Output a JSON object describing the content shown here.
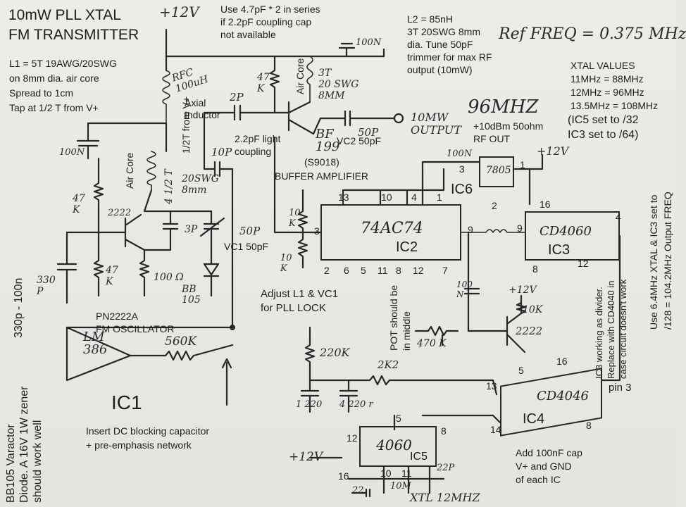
{
  "title": [
    "10mW PLL XTAL",
    "FM TRANSMITTER"
  ],
  "supply_top": "+12V",
  "l1_note": [
    "L1 = 5T 19AWG/20SWG",
    "on 8mm dia. air core",
    "Spread to 1cm",
    "Tap at 1/2 T from V+"
  ],
  "coupling_note": [
    "Use 4.7pF * 2 in series",
    "if 2.2pF coupling cap",
    "not available"
  ],
  "l2_note": [
    "L2 = 85nH",
    "3T 20SWG 8mm",
    "dia. Tune 50pF",
    "trimmer for max RF",
    "output (10mW)"
  ],
  "ref_freq": "Ref FREQ = 0.375 MHz",
  "xtal_values": {
    "title": "XTAL VALUES",
    "rows": [
      "11MHz = 88MHz",
      "12MHz = 96MHz",
      "13.5MHz = 108MHz"
    ],
    "divider_note": [
      "(IC5 set to /32",
      "IC3 set to /64)"
    ]
  },
  "axial_inductor": [
    "Axial",
    "Inductor"
  ],
  "half_turn_label": "1/2T from V+",
  "rfc_label": [
    "RFC",
    "100uH"
  ],
  "cap_100n_top": "100N",
  "cap_100n_left": "100N",
  "cap_100n_mid": "100N",
  "cap_2p": "2P",
  "coupling_label": [
    "2.2pF light",
    "coupling"
  ],
  "cap_10p": "10P",
  "air_core_top": "Air Core",
  "air_core_left": "Air Core",
  "res_47k_top": "47 K",
  "l2_coil": [
    "3T",
    "20 SWG",
    "8MM"
  ],
  "transistor_bf": [
    "BF",
    "199"
  ],
  "buffer_type": "(S9018)",
  "buffer_label": "BUFFER AMPLIFIER",
  "cap_50p_out": "50P",
  "vc2_label": "VC2 50pF",
  "output_label": [
    "10MW",
    "OUTPUT"
  ],
  "freq_label": "96MHZ",
  "rf_out_note": [
    "+10dBm 50ohm",
    "RF OUT"
  ],
  "supply_right": "+12V",
  "coil_left": [
    "20SWG",
    "8mm"
  ],
  "half_turn_tap": "4 1/2 T",
  "res_47k_left": "47 K",
  "transistor_2222": "2222",
  "cap_3p": "3P",
  "cap_50p_vc1": "50P",
  "vc1_label": "VC1 50pF",
  "cap_330p": "330 P",
  "res_47k_low": "47 K",
  "res_100": "100 Ω",
  "varactor_label": [
    "BB",
    "105"
  ],
  "osc_label": [
    "PN2222A",
    "FM OSCILLATOR"
  ],
  "adjust_note": [
    "Adjust L1 & VC1",
    "for PLL LOCK"
  ],
  "side_left_a": "330p - 100n",
  "side_left_b": [
    "BB105 Varactor",
    "Diode. A 16V 1W zener",
    "should work well"
  ],
  "lm386_label": [
    "LM",
    "386"
  ],
  "res_560k": "560K",
  "ic1_label": "IC1",
  "ic1_note": [
    "Insert DC blocking capacitor",
    "+ pre-emphasis network"
  ],
  "res_220k": "220K",
  "cap_220_a": "1 220",
  "cap_220_b": "4 220 r",
  "res_2k2": "2K2",
  "pot_note": [
    "POT should be",
    "in middle"
  ],
  "res_470k": "470 K",
  "ic2": {
    "name": "74AC74",
    "label": "IC2",
    "pins_top": [
      "13",
      "10",
      "4",
      "1"
    ],
    "pins_bottom": [
      "2",
      "6",
      "5",
      "11",
      "8",
      "12",
      "7"
    ],
    "pin_left": "3"
  },
  "ic3": {
    "name": "CD4060",
    "label": "IC3",
    "pins": [
      "9",
      "16",
      "4",
      "8",
      "12"
    ]
  },
  "ic6": {
    "name": "7805",
    "label": "IC6",
    "pins": [
      "3",
      "1",
      "2"
    ]
  },
  "ic4": {
    "name": "CD4046",
    "label": "IC4",
    "pins": [
      "13",
      "5",
      "16",
      "14",
      "8"
    ]
  },
  "ic5": {
    "name": "4060",
    "label": "IC5",
    "pins": [
      "5",
      "12",
      "8",
      "16",
      "10",
      "11"
    ]
  },
  "res_10k_a": "10 K",
  "res_10k_b": "10 K",
  "pin9_left": "9",
  "cap_100n_ic": "100 N",
  "supply_mid": "+12V",
  "res_10k_c": "10K",
  "transistor_2222_b": "2222",
  "ic3_divider_note": [
    "IC3 working as divider.",
    "Replace with CD4040 in",
    "case circuit doesn't work"
  ],
  "right_vertical_note": [
    "Use 6.4MHz XTAL &  IC3 set to",
    "/128 = 104.2MHz Output FREQ"
  ],
  "pin3_label": "pin 3",
  "supply_ic5": "+12V",
  "cap_22p_a": "22P",
  "cap_22p_b": "22",
  "res_10m": "10M",
  "xtal_label": "XTL 12MHZ",
  "bypass_note": [
    "Add 100nF cap",
    "V+ and GND",
    "of each IC"
  ]
}
